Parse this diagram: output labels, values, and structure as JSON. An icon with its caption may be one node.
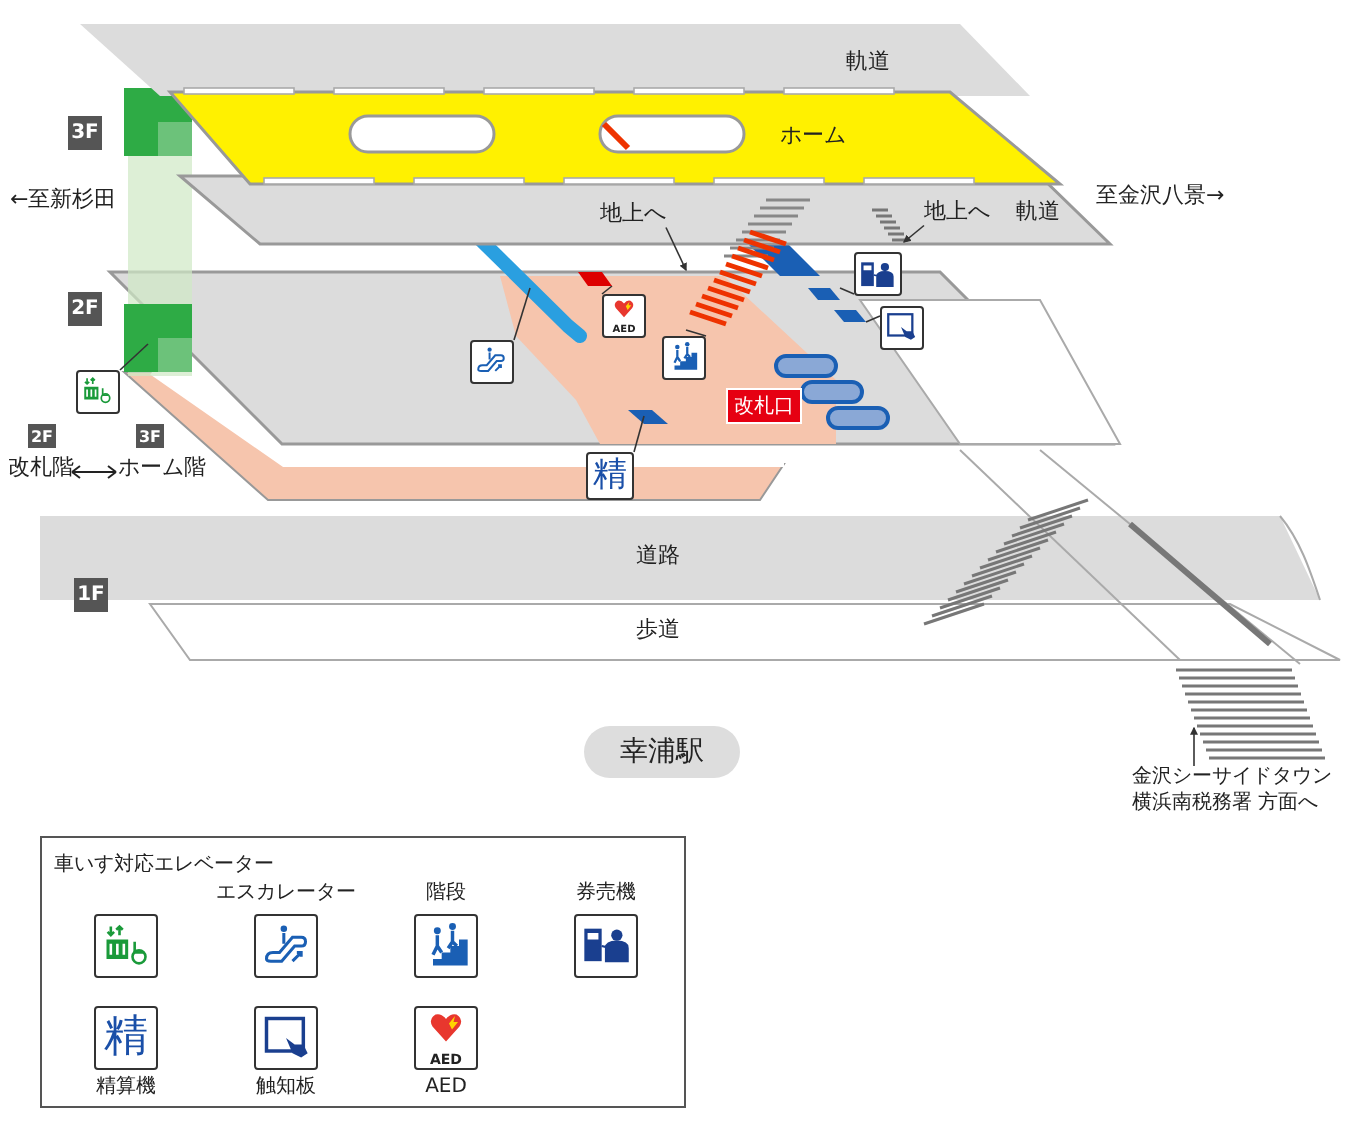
{
  "diagram": {
    "nodes": [
      {
        "text": [
          "軌道"
        ]
      },
      {
        "text": [
          "ホーム"
        ]
      },
      {
        "text": [
          "軌道"
        ]
      },
      {
        "text": [
          "3F"
        ]
      },
      {
        "text": [
          "2F"
        ]
      },
      {
        "text": [
          "1F"
        ]
      },
      {
        "text": [
          "地上へ"
        ],
        "in": 2
      },
      {
        "text": [
          "地上へ"
        ],
        "in": 2
      },
      {
        "text": [],
        "shape": "picture"
      },
      {
        "text": [],
        "shape": "picture"
      },
      {
        "text": [
          "AED"
        ]
      },
      {
        "text": [],
        "shape": "picture"
      },
      {
        "text": [],
        "shape": "picture"
      },
      {
        "text": [],
        "shape": "picture"
      },
      {
        "text": [
          "精"
        ]
      },
      {
        "text": [
          "改札口"
        ]
      },
      {
        "text": [
          "2F"
        ]
      },
      {
        "text": [
          "3F"
        ]
      },
      {
        "text": [
          "道路"
        ]
      },
      {
        "text": [
          "歩道"
        ]
      },
      {
        "text": [
          "金沢シーサイドタウン横浜南税務署 方面へ"
        ]
      },
      {
        "text": [
          "幸浦駅"
        ]
      },
      {
        "text": [],
        "shape": "box"
      },
      {
        "text": [],
        "shape": "box"
      },
      {
        "text": [],
        "shape": "box"
      },
      {
        "text": [],
        "shape": "stairs"
      },
      {
        "text": [],
        "shape": "stairs",
        "in": 2
      }
    ],
    "edges": [
      {
        "from": 8,
        "to": null,
        "arrow": "none"
      },
      {
        "from": 9,
        "to": null,
        "arrow": "none"
      },
      {
        "from": 10,
        "to": 24,
        "arrow": "none"
      },
      {
        "from": 11,
        "to": 25,
        "arrow": "none"
      },
      {
        "from": 12,
        "to": 22,
        "arrow": "none"
      },
      {
        "from": 13,
        "to": 23,
        "arrow": "none"
      },
      {
        "from": 14,
        "to": null,
        "arrow": "none"
      },
      {
        "from": 6,
        "to": 25,
        "arrow": "to"
      },
      {
        "from": 7,
        "to": 26,
        "arrow": "to"
      },
      {
        "from": 20,
        "to": null,
        "arrow": "to"
      }
    ],
    "labels": [
      "←至新杉田",
      "至金沢八景→",
      "改札階",
      "ホーム階",
      "精",
      "AED"
    ],
    "legend": [
      {
        "text": "車いす対応エレベーター"
      },
      {
        "text": "エスカレーター"
      },
      {
        "text": "階段"
      },
      {
        "text": "券売機"
      },
      {
        "text": "精算機"
      },
      {
        "text": "触知板"
      },
      {
        "text": "AED"
      }
    ]
  }
}
